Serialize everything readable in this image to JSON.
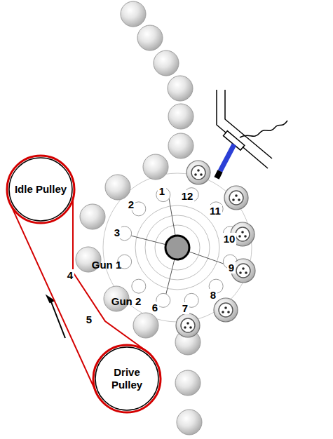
{
  "diagram": {
    "nodes": [
      {
        "text": [
          "Idle Pulley"
        ]
      },
      {
        "text": [
          "Drive Pulley"
        ]
      }
    ],
    "edges": [
      {
        "from": 1,
        "to": 0,
        "arrow": "none"
      }
    ],
    "labels": [
      "1",
      "2",
      "12",
      "11",
      "3",
      "10",
      "Gun 1",
      "9",
      "4",
      "Gun 2",
      "8",
      "7",
      "6",
      "5"
    ]
  }
}
